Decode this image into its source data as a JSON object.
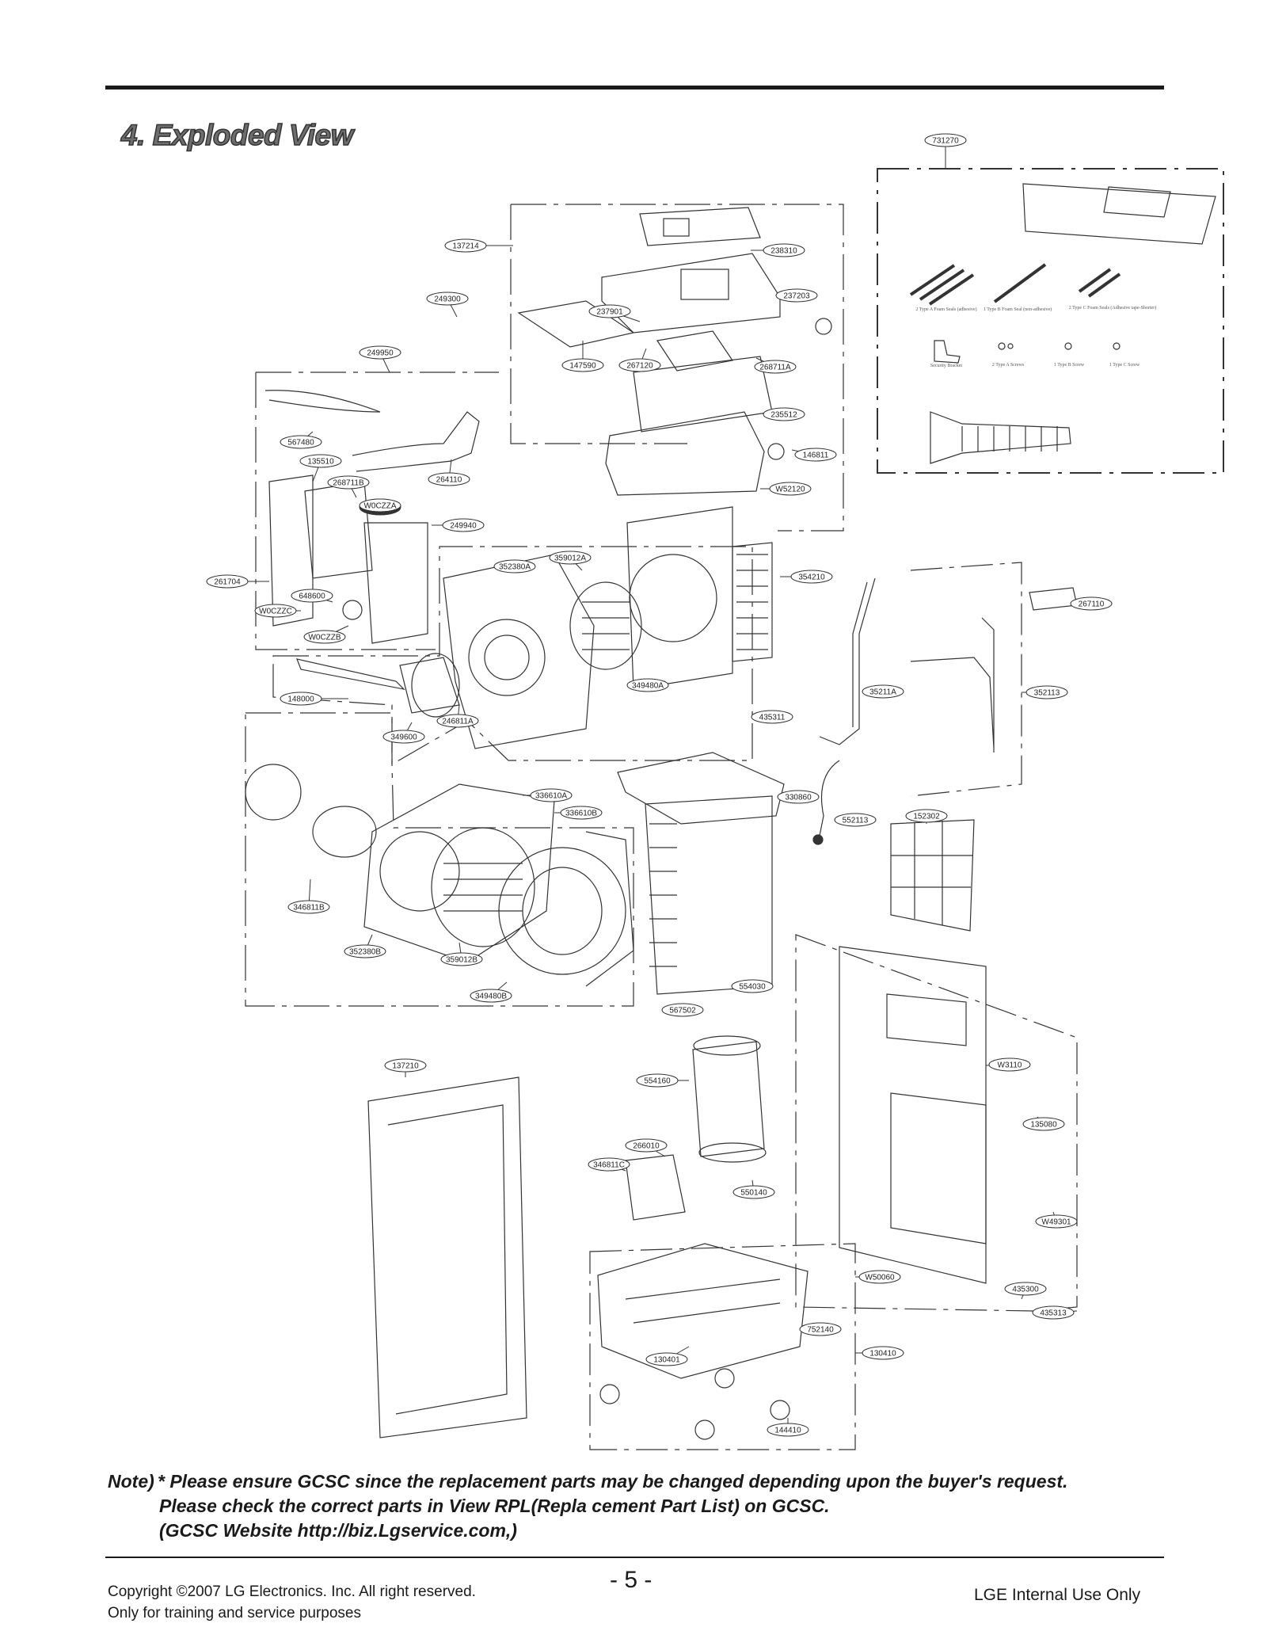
{
  "page": {
    "title": "4. Exploded View",
    "note_lead": "Note)",
    "note_lines": [
      "* Please ensure GCSC since the replacement parts may be changed depending upon the buyer's request.",
      "Please check  the correct parts in View RPL(Repla   cement Part List) on GCSC.",
      "(GCSC Website  http://biz.Lgservice.com,)"
    ],
    "copyright": "Copyright ©2007 LG Electronics. Inc. All right reserved.",
    "training": "Only for training and service purposes",
    "page_number": "-  5 -",
    "internal": "LGE Internal Use Only"
  },
  "parts": {
    "p731270": "731270",
    "p137214": "137214",
    "p238310": "238310",
    "p237203": "237203",
    "p249300": "249300",
    "p237901": "237901",
    "p147590": "147590",
    "p267120": "267120",
    "p268711A": "268711A",
    "p249950": "249950",
    "p235512": "235512",
    "p146811": "146811",
    "p567480": "567480",
    "p135510": "135510",
    "p268711B": "268711B",
    "p264110": "264110",
    "pW52120": "W52120",
    "pW0CZZA": "W0CZZA",
    "p249940": "249940",
    "p359012A": "359012A",
    "p352380A": "352380A",
    "p354210": "354210",
    "p261704": "261704",
    "p648600": "648600",
    "pW0CZZC": "W0CZZC",
    "pW0CZZB": "W0CZZB",
    "p267110": "267110",
    "p349480A": "349480A",
    "p35211A": "35211A",
    "p352113": "352113",
    "p148000": "148000",
    "p246811A": "246811A",
    "p435311": "435311",
    "p349600": "349600",
    "p336610A": "336610A",
    "p330860": "330860",
    "p336610B": "336610B",
    "p552113": "552113",
    "p152302": "152302",
    "p346811B": "346811B",
    "p352380B": "352380B",
    "p359012B": "359012B",
    "p554030": "554030",
    "p349480B": "349480B",
    "p567502": "567502",
    "p137210": "137210",
    "pW3110": "W3110",
    "p554160": "554160",
    "p135080": "135080",
    "p266010": "266010",
    "p346811C": "346811C",
    "p550140": "550140",
    "pW49301": "W49301",
    "pW50060": "W50060",
    "p435300": "435300",
    "p435313": "435313",
    "p752140": "752140",
    "p130410": "130410",
    "p130401": "130401",
    "p144410": "144410"
  },
  "kit": {
    "foam_a": "2 Type A Foam Seals (adhesive)",
    "foam_b": "1 Type B Foam Seal (non-adhesive)",
    "foam_c": "2 Type C Foam Seals (Adhesive tape-Shorter)",
    "bracket": "Security Bracket",
    "screw_a": "2 Type A Screws",
    "screw_b": "1 Type B Screw",
    "screw_c": "1 Type C Screw"
  }
}
